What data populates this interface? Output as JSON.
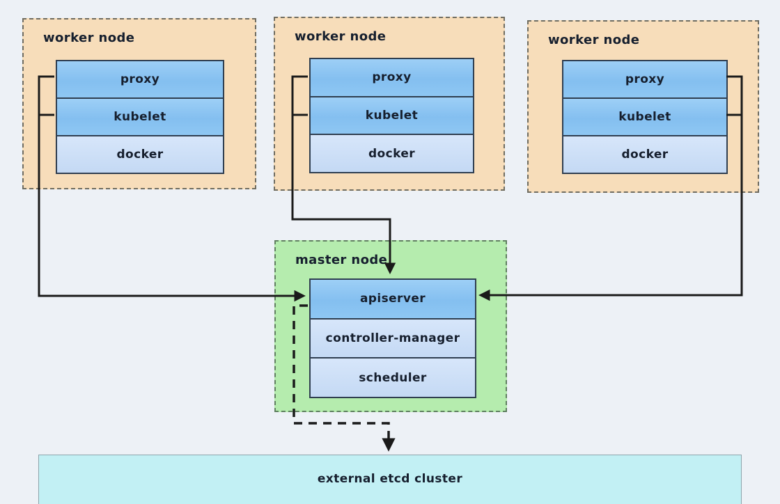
{
  "diagram": {
    "workers": [
      {
        "label": "worker node",
        "components": [
          "proxy",
          "kubelet",
          "docker"
        ]
      },
      {
        "label": "worker node",
        "components": [
          "proxy",
          "kubelet",
          "docker"
        ]
      },
      {
        "label": "worker node",
        "components": [
          "proxy",
          "kubelet",
          "docker"
        ]
      }
    ],
    "master": {
      "label": "master node",
      "components": [
        "apiserver",
        "controller-manager",
        "scheduler"
      ]
    },
    "external": {
      "label": "external etcd cluster"
    }
  },
  "colors": {
    "background": "#edf1f6",
    "worker_fill": "#f7ddba",
    "worker_border": "#6f6c60",
    "master_fill": "#b5ecae",
    "master_border": "#5f7f5f",
    "external_fill": "#c2f0f4",
    "external_border": "#8da4ab",
    "component_primary_fill": "#89c3f1",
    "component_secondary_fill": "#c9def6",
    "component_border": "#2f3e50",
    "text": "#161f2e",
    "connector": "#1a1a1a"
  }
}
